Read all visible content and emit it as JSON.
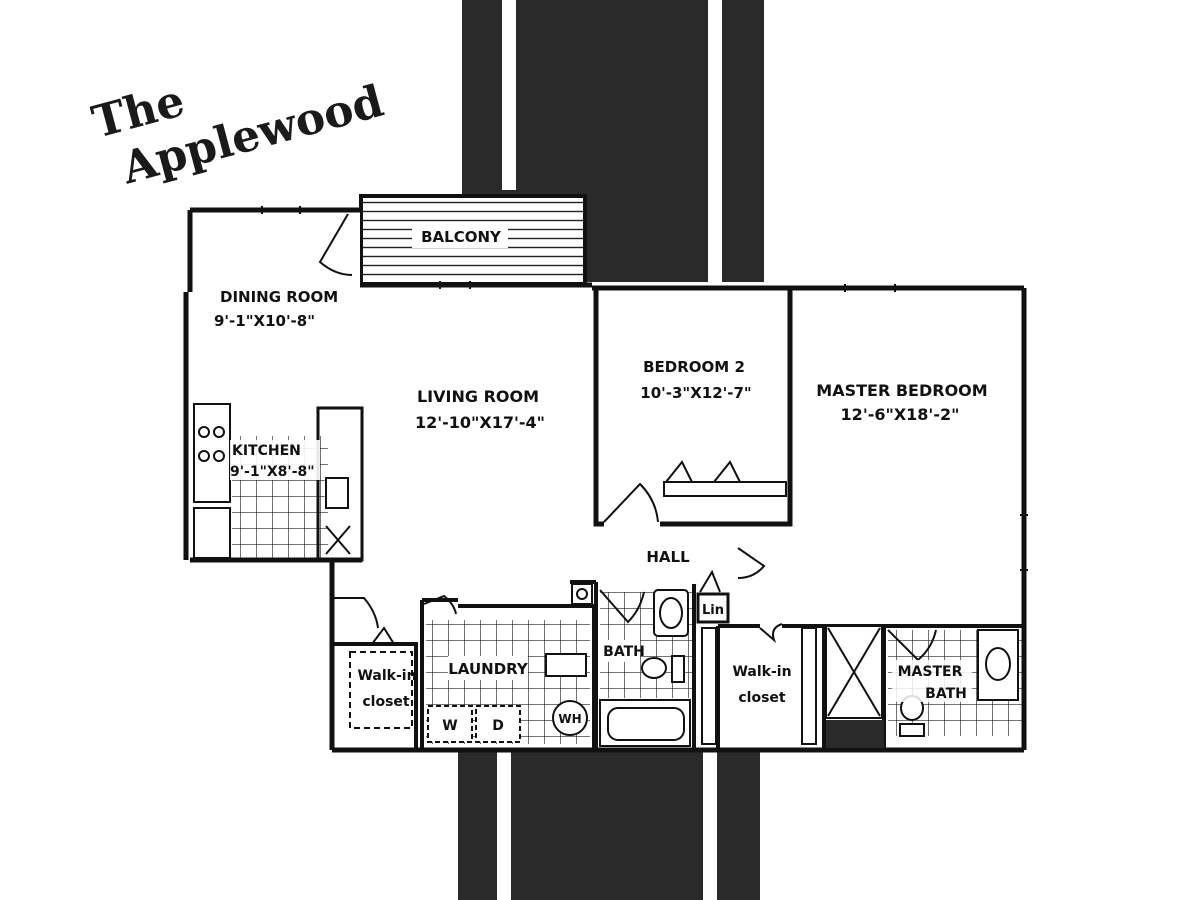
{
  "title": {
    "line1": "The",
    "line2": "Applewood"
  },
  "rooms": {
    "balcony": {
      "name": "BALCONY"
    },
    "dining": {
      "name": "DINING ROOM",
      "dims": "9'-1\"X10'-8\""
    },
    "living": {
      "name": "LIVING ROOM",
      "dims": "12'-10\"X17'-4\""
    },
    "kitchen": {
      "name": "KITCHEN",
      "dims": "9'-1\"X8'-8\""
    },
    "bedroom2": {
      "name": "BEDROOM 2",
      "dims": "10'-3\"X12'-7\""
    },
    "master_bedroom": {
      "name": "MASTER BEDROOM",
      "dims": "12'-6\"X18'-2\""
    },
    "hall": {
      "name": "HALL"
    },
    "linen": {
      "name": "Lin"
    },
    "walkin1": {
      "line1": "Walk-in",
      "line2": "closet"
    },
    "laundry": {
      "name": "LAUNDRY"
    },
    "bath": {
      "name": "BATH"
    },
    "walkin2": {
      "line1": "Walk-in",
      "line2": "closet"
    },
    "master_bath": {
      "line1": "MASTER",
      "line2": "BATH"
    }
  },
  "fixtures": {
    "washer": "W",
    "dryer": "D",
    "water_heater": "WH"
  },
  "colors": {
    "background": "#ffffff",
    "ink": "#111111",
    "dark_band": "#2a2a2a"
  }
}
